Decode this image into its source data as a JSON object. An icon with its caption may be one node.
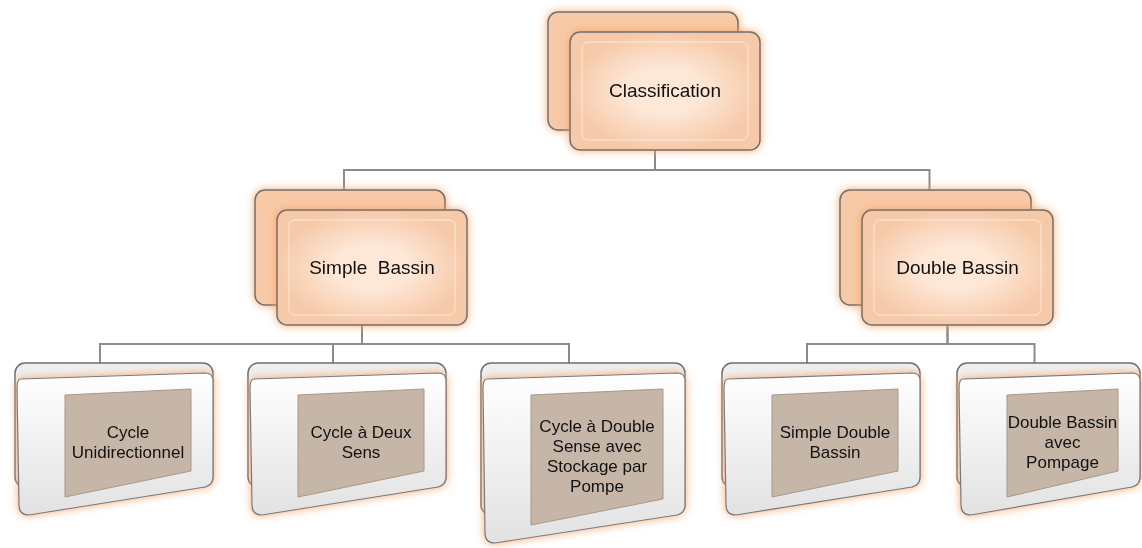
{
  "diagram": {
    "nodes": [
      {
        "text": [
          "Classification"
        ]
      },
      {
        "text": [
          "Simple  Bassin"
        ]
      },
      {
        "text": [
          "Double Bassin"
        ]
      },
      {
        "text": [
          "Cycle Unidirectionnel"
        ]
      },
      {
        "text": [
          "Cycle à Deux Sens"
        ]
      },
      {
        "text": [
          "Cycle à Double Sense avec Stockage par Pompe"
        ]
      },
      {
        "text": [
          "Simple Double Bassin"
        ]
      },
      {
        "text": [
          "Double Bassin avec Pompage"
        ]
      }
    ],
    "edges": [
      {
        "from": 0,
        "to": 1,
        "arrow": "none"
      },
      {
        "from": 0,
        "to": 2,
        "arrow": "none"
      },
      {
        "from": 1,
        "to": 3,
        "arrow": "none"
      },
      {
        "from": 1,
        "to": 4,
        "arrow": "none"
      },
      {
        "from": 1,
        "to": 5,
        "arrow": "none"
      },
      {
        "from": 2,
        "to": 6,
        "arrow": "none"
      },
      {
        "from": 2,
        "to": 7,
        "arrow": "none"
      }
    ]
  }
}
